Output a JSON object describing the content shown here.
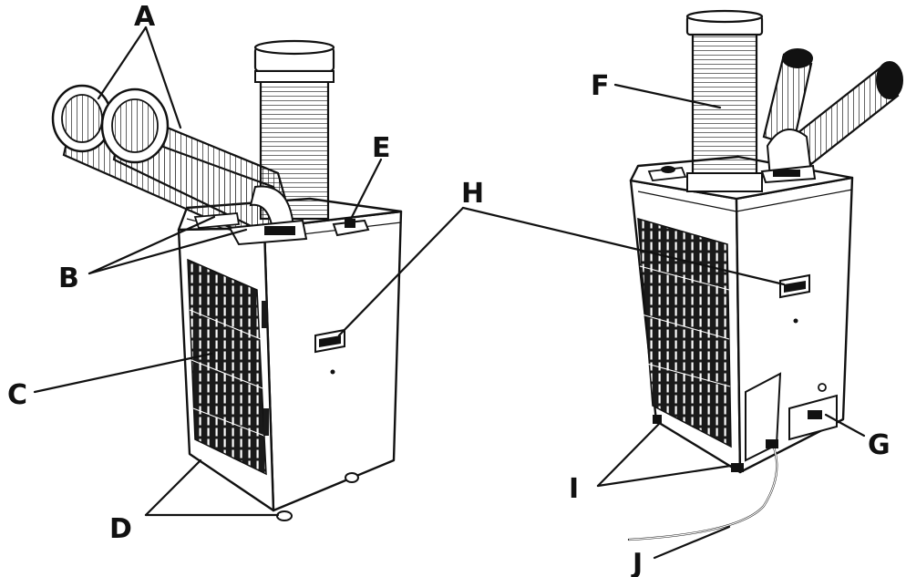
{
  "labels": {
    "A": "A",
    "B": "B",
    "C": "C",
    "D": "D",
    "E": "E",
    "F": "F",
    "G": "G",
    "H": "H",
    "I": "I",
    "J": "J"
  },
  "colors": {
    "line": "#111111",
    "background": "#ffffff",
    "grille": "#1a1a1a"
  }
}
